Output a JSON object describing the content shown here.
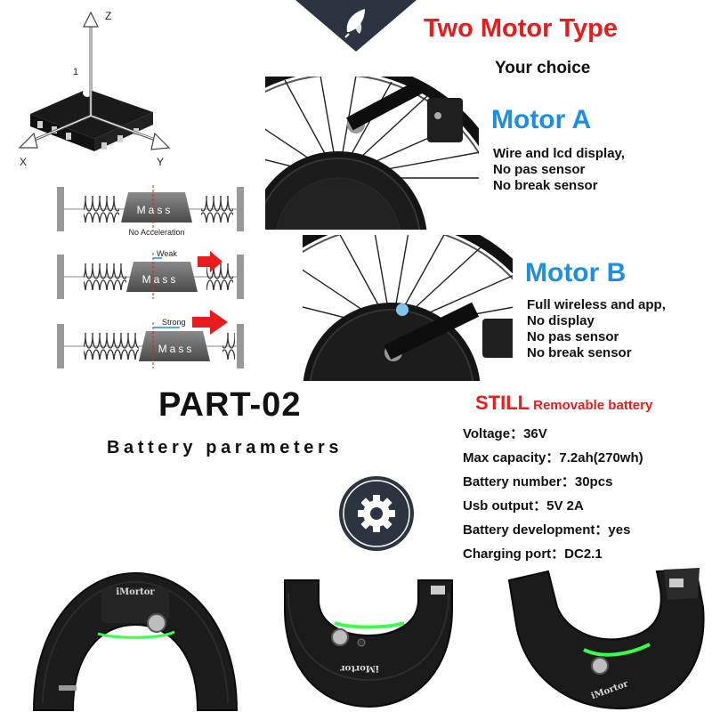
{
  "header": {
    "title": "Two Motor Type",
    "subtitle": "Your choice"
  },
  "motor_a": {
    "title": "Motor A",
    "lines": [
      "Wire and lcd display,",
      "No pas sensor",
      "No break sensor"
    ]
  },
  "motor_b": {
    "title": "Motor B",
    "lines": [
      "Full wireless and app,",
      "No display",
      "No pas sensor",
      "No break sensor"
    ]
  },
  "axis_diagram": {
    "z": "Z",
    "x": "X",
    "y": "Y",
    "pin": "1"
  },
  "accel_diagram": {
    "mass_label": "Mass",
    "rows": [
      {
        "tag": "No Acceleration"
      },
      {
        "tag": "Weak"
      },
      {
        "tag": "Strong"
      }
    ]
  },
  "part": {
    "title": "PART-02",
    "subtitle": "Battery parameters"
  },
  "battery": {
    "still": "STILL",
    "removable": "Removable battery",
    "params": [
      {
        "label": "Voltage",
        "value": "36V"
      },
      {
        "label": "Max capacity",
        "value": "7.2ah(270wh)"
      },
      {
        "label": "Battery number",
        "value": "30pcs"
      },
      {
        "label": "Usb output",
        "value": "5V 2A"
      },
      {
        "label": "Battery development",
        "value": "yes"
      },
      {
        "label": "Charging port",
        "value": "DC2.1"
      }
    ],
    "brand": "iMortor"
  },
  "colors": {
    "accent_red": "#e81c1c",
    "accent_blue": "#1e8fe0",
    "dark_navy": "#2b3440",
    "indicator_green": "#3cff4a"
  },
  "icons": {
    "badge_top": "leaf-icon",
    "badge_mid": "gear-icon"
  }
}
